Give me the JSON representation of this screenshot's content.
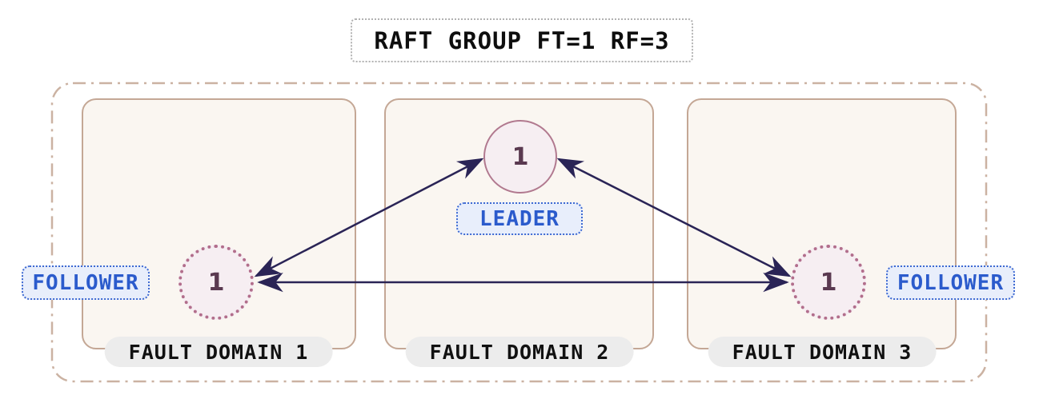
{
  "title": "RAFT GROUP FT=1 RF=3",
  "fault_domains": [
    {
      "label": "FAULT DOMAIN 1",
      "node_value": "1",
      "role": "FOLLOWER"
    },
    {
      "label": "FAULT DOMAIN 2",
      "node_value": "1",
      "role": "LEADER"
    },
    {
      "label": "FAULT DOMAIN 3",
      "node_value": "1",
      "role": "FOLLOWER"
    }
  ],
  "connections": [
    {
      "from": "leader",
      "to": "follower-domain-1",
      "bidirectional": true
    },
    {
      "from": "leader",
      "to": "follower-domain-3",
      "bidirectional": true
    },
    {
      "from": "follower-domain-1",
      "to": "follower-domain-3",
      "bidirectional": true
    }
  ],
  "colors": {
    "leader_circle_border": "#b1798f",
    "follower_circle_border": "#b26e8c",
    "circle_fill": "#f6eef2",
    "node_text": "#5a3950",
    "arrow": "#2a2456",
    "role_label_text": "#2b5bcc",
    "role_label_border": "#3e6ad2",
    "role_label_fill": "#e8eefb",
    "fault_domain_border": "#c4a795",
    "fault_domain_fill": "#faf6f1",
    "outer_boundary_border": "#cbb2a2",
    "domain_pill_fill": "#ececec",
    "title_border": "#b2b2b2"
  }
}
